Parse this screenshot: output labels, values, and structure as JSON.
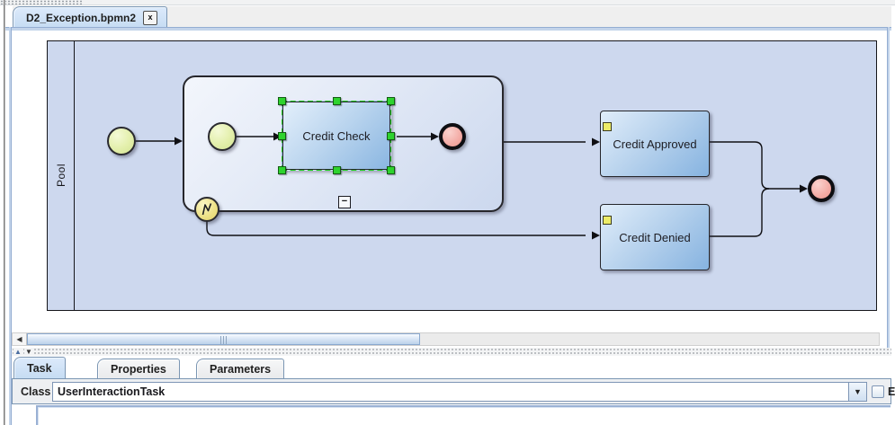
{
  "window": {
    "tab_title": "D2_Exception.bpmn2",
    "close_glyph": "x"
  },
  "diagram": {
    "pool_label": "Pool",
    "nodes": {
      "credit_check": "Credit Check",
      "credit_approved": "Credit Approved",
      "credit_denied": "Credit Denied"
    },
    "subprocess": {
      "collapse_glyph": "−"
    }
  },
  "panel": {
    "tabs": [
      {
        "label": "Task",
        "selected": true
      },
      {
        "label": "Properties",
        "selected": false
      },
      {
        "label": "Parameters",
        "selected": false
      }
    ],
    "class_label": "Class",
    "class_value": "UserInteractionTask",
    "checkbox_label": "Ex"
  },
  "glyphs": {
    "scroll_left_arrow": "◀",
    "splitter_up": "▲",
    "splitter_down": "▼",
    "combo_arrow": "▼"
  },
  "colors": {
    "pool_fill": "#cdd8ee",
    "task_fill": "#86b3e0",
    "selection_green": "#24d024",
    "start_event_fill": "#d3e493",
    "end_event_fill": "#ec978f",
    "boundary_event_fill": "#e2d269",
    "tab_selected": "#c6dcf3",
    "panel_border": "#7b96b3"
  }
}
